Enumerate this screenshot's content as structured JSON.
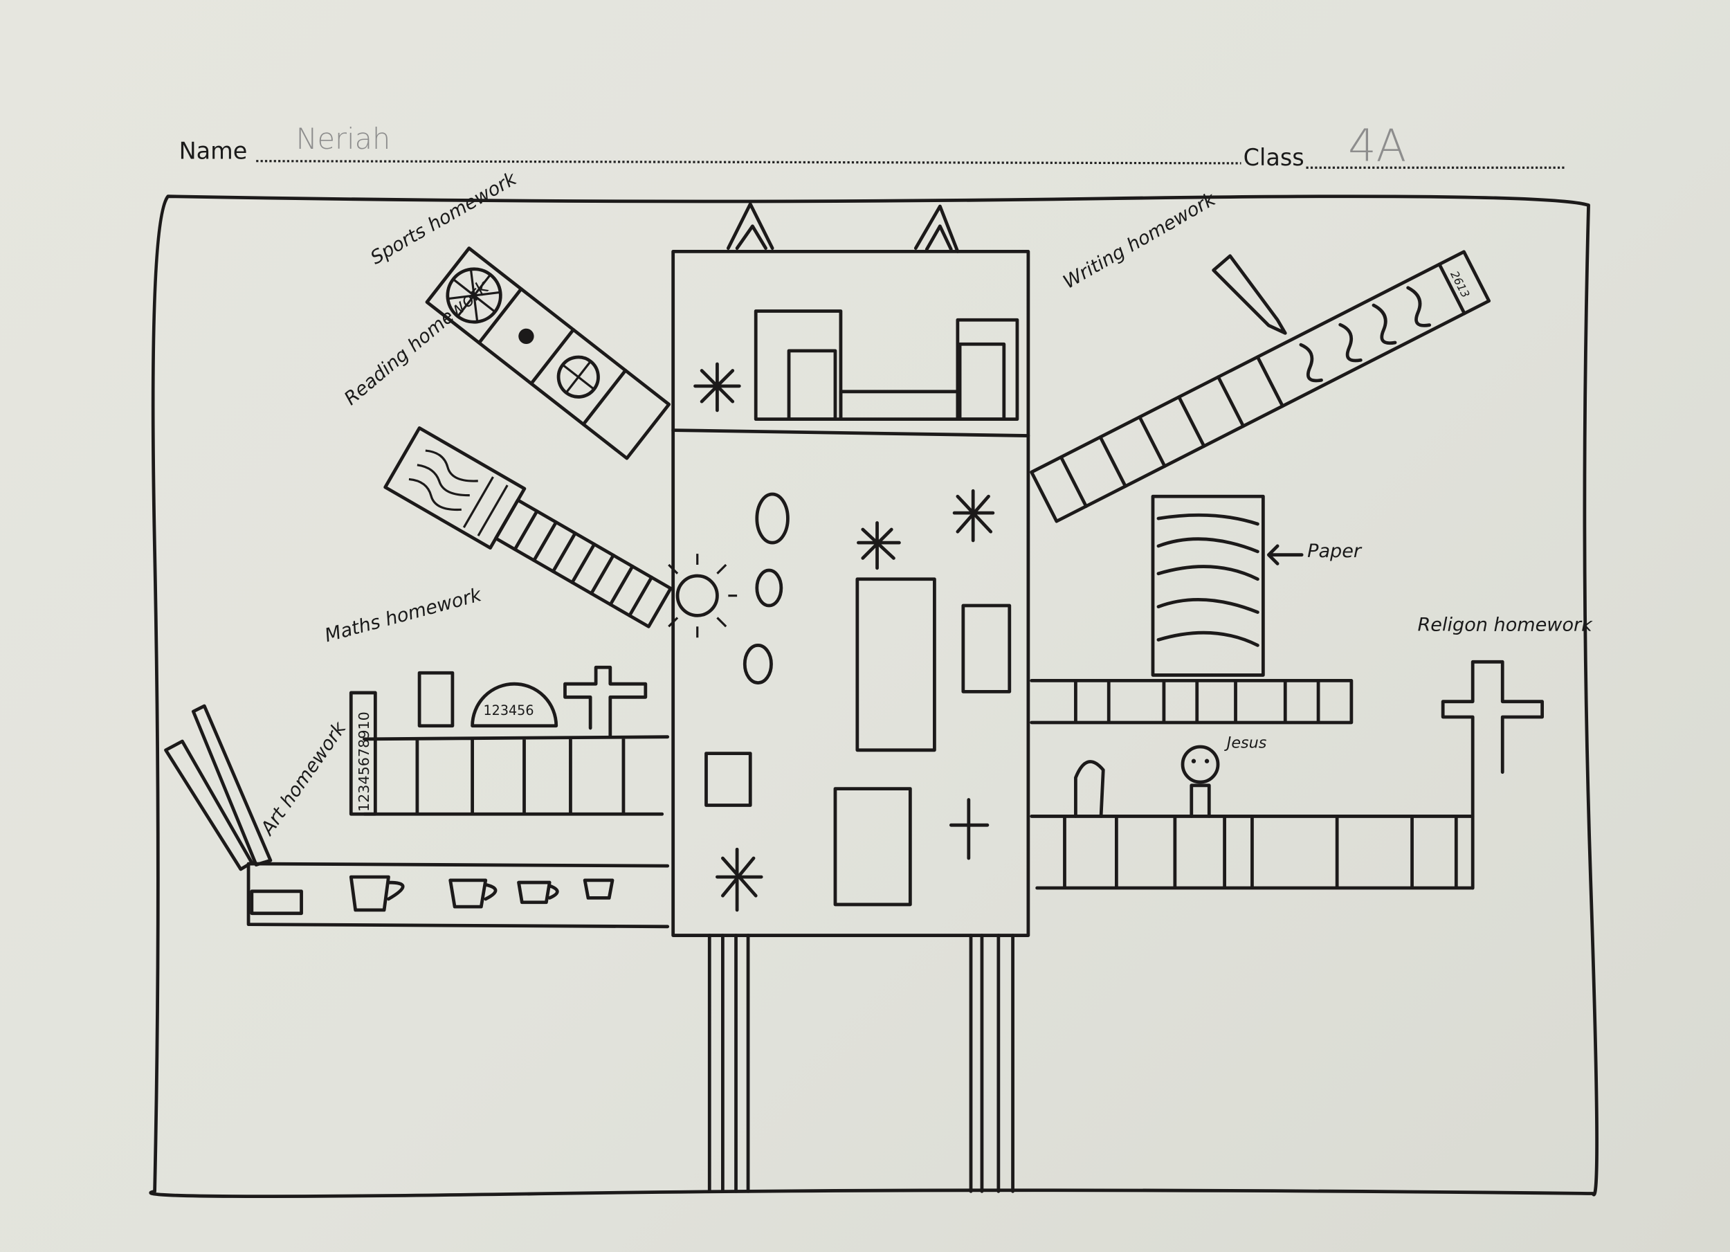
{
  "worksheet": {
    "name_label": "Name",
    "name_value": "Neriah",
    "class_label": "Class",
    "class_value": "4A"
  },
  "drawing_labels": {
    "sports": "Sports homework",
    "reading": "Reading homework",
    "writing": "Writing homework",
    "maths": "Maths homework",
    "art": "Art homework",
    "religion": "Religon homework",
    "paper": "Paper",
    "jesus": "Jesus",
    "ruler_numbers": "12345678910",
    "protractor_numbers": "123456",
    "scroll_note": "2613"
  },
  "colors": {
    "paper": "#e4e4dd",
    "ink": "#1c1a1a",
    "pencil": "#8d8d8d",
    "background": "#8a2a24"
  }
}
